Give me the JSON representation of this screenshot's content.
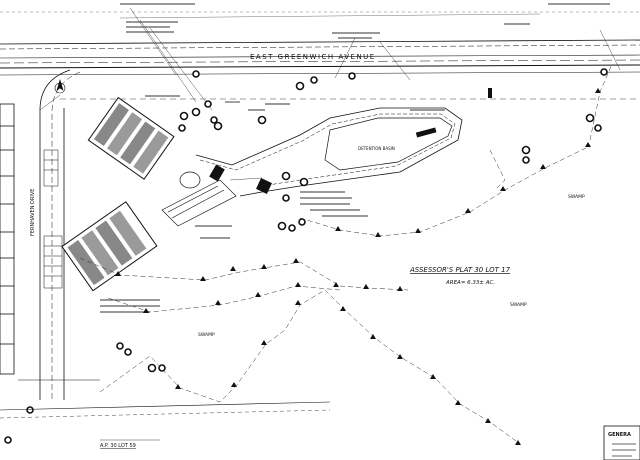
{
  "street": {
    "name": "EAST GREENWICH AVENUE"
  },
  "lot": {
    "label": "ASSESSOR'S PLAT 30 LOT 17",
    "area": "AREA= 6.33± AC."
  },
  "swamp_labels": [
    "SWAMP",
    "SWAMP",
    "SWAMP"
  ],
  "side_street": {
    "name": "FERNHAVEN DRIVE"
  },
  "adjoining_lot": {
    "label": "A.P. 30 LOT 59"
  },
  "basin": {
    "label": "DETENTION BASIN"
  },
  "legend_partial": {
    "label": "GENERA"
  },
  "colors": {
    "ink": "#111111",
    "dashes": "#555555",
    "paper": "#ffffff"
  },
  "icons": [
    "tree-symbol-icon",
    "wetland-flag-icon",
    "riprap-hatch-icon",
    "north-arrow-icon"
  ]
}
